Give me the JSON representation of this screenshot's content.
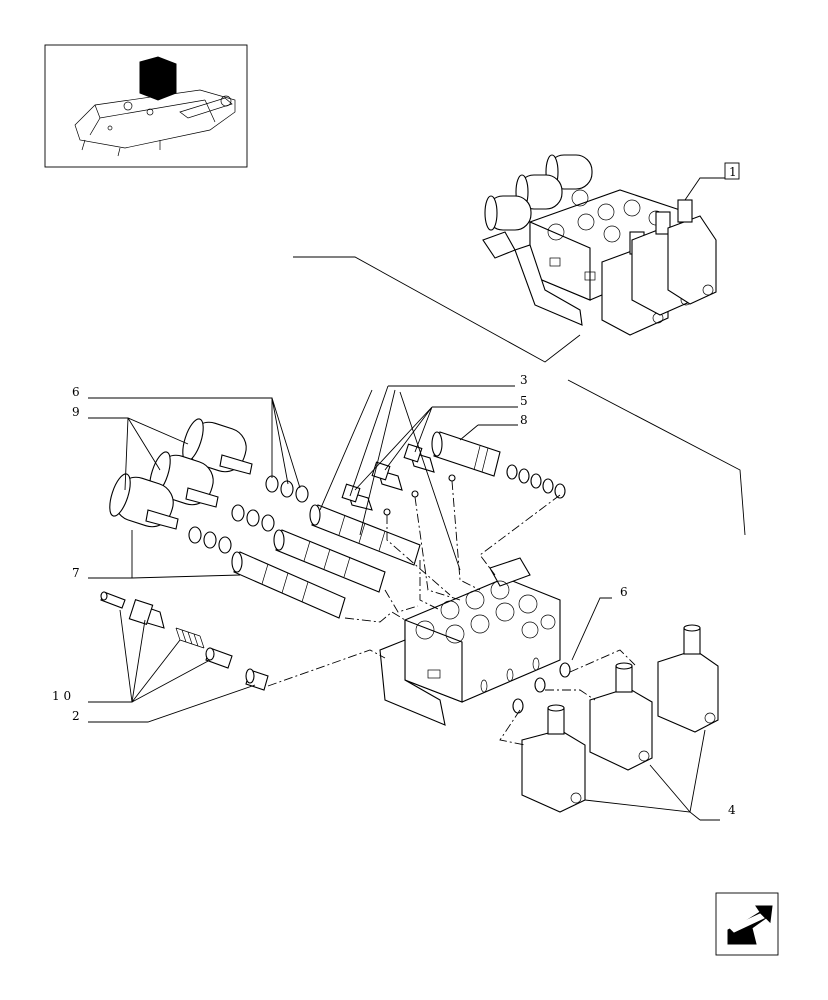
{
  "diagram": {
    "callouts": {
      "ref_box": "1",
      "c2": "2",
      "c3": "3",
      "c4": "4",
      "c5": "5",
      "c6_left": "6",
      "c6_right": "6",
      "c7": "7",
      "c8": "8",
      "c9": "9",
      "c10": "1 0"
    }
  },
  "icons": {
    "locator": "tractor-locator-thumbnail",
    "nav": "prev-page-arrow-icon"
  }
}
